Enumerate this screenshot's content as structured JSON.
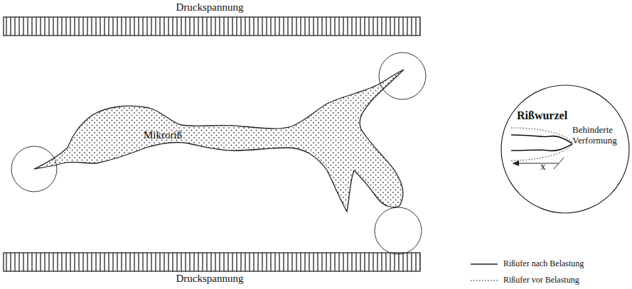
{
  "diagram": {
    "nodes": [
      {
        "text": [
          "Mikroriß"
        ]
      },
      {
        "text": [
          "Rißwurzel",
          "Behinderte Verformung"
        ]
      }
    ],
    "labels": [
      "Druckspannung",
      "Druckspannung",
      "x"
    ],
    "legend": [
      {
        "text": "Rißufer nach Belastung"
      },
      {
        "text": "Rißufer vor Belastung"
      }
    ]
  }
}
